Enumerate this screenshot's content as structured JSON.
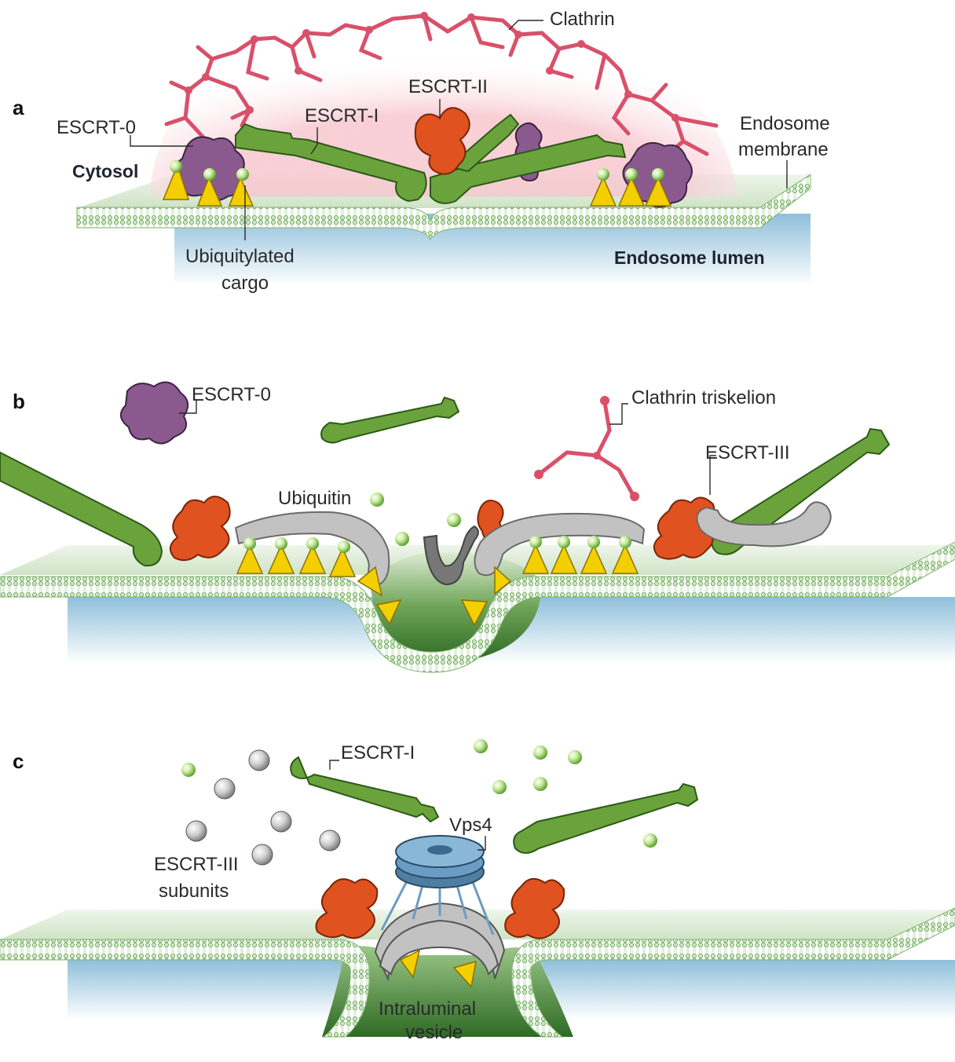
{
  "panels": {
    "a": {
      "letter": "a",
      "labels": {
        "clathrin": "Clathrin",
        "escrt0": "ESCRT-0",
        "escrt1": "ESCRT-I",
        "escrt2": "ESCRT-II",
        "endosome_membrane_1": "Endosome",
        "endosome_membrane_2": "membrane",
        "cytosol": "Cytosol",
        "ubiquitylated_cargo_1": "Ubiquitylated",
        "ubiquitylated_cargo_2": "cargo",
        "endosome_lumen": "Endosome lumen"
      }
    },
    "b": {
      "letter": "b",
      "labels": {
        "escrt0": "ESCRT-0",
        "clathrin_triskelion": "Clathrin triskelion",
        "escrt3": "ESCRT-III",
        "ubiquitin": "Ubiquitin"
      }
    },
    "c": {
      "letter": "c",
      "labels": {
        "escrt1": "ESCRT-I",
        "vps4": "Vps4",
        "escrt3_subunits_1": "ESCRT-III",
        "escrt3_subunits_2": "subunits",
        "intraluminal_vesicle_1": "Intraluminal",
        "intraluminal_vesicle_2": "vesicle"
      }
    }
  },
  "colors": {
    "escrt0": "#8a5a8e",
    "escrt1": "#6aa33c",
    "escrt2": "#e0521f",
    "clathrin": "#d9506a",
    "cargo": "#f4cf00",
    "ubiquitin": "#8fd150",
    "escrt3": "#bdbdbd",
    "vps4": "#6a9cc4",
    "membrane_surface": "#dcebd6",
    "lumen": "#a9cde2"
  }
}
